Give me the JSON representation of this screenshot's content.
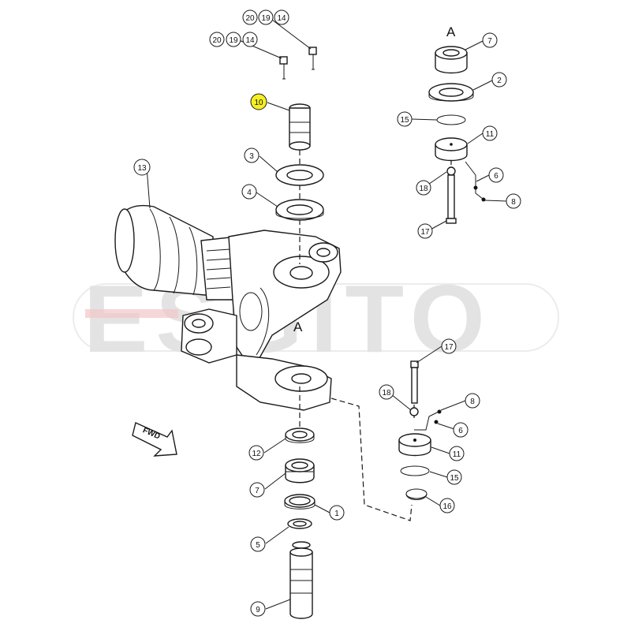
{
  "watermark": {
    "text": "ESGITO",
    "color": "#e3e3e3"
  },
  "highlight_color": "#f5ef23",
  "section_marker": "A",
  "direction_label": "FWD",
  "callouts": {
    "c10": "10",
    "c20a": "20",
    "c19a": "19",
    "c14a": "14",
    "c20b": "20",
    "c19b": "19",
    "c14b": "14",
    "c3": "3",
    "c4": "4",
    "c13": "13",
    "c7a": "7",
    "c2": "2",
    "c15a": "15",
    "c11a": "11",
    "c6a": "6",
    "c18a": "18",
    "c8a": "8",
    "c17a": "17",
    "c17b": "17",
    "c18b": "18",
    "c8b": "8",
    "c6b": "6",
    "c11b": "11",
    "c15b": "15",
    "c16": "16",
    "c12": "12",
    "c7b": "7",
    "c1": "1",
    "c5": "5",
    "c9": "9"
  }
}
